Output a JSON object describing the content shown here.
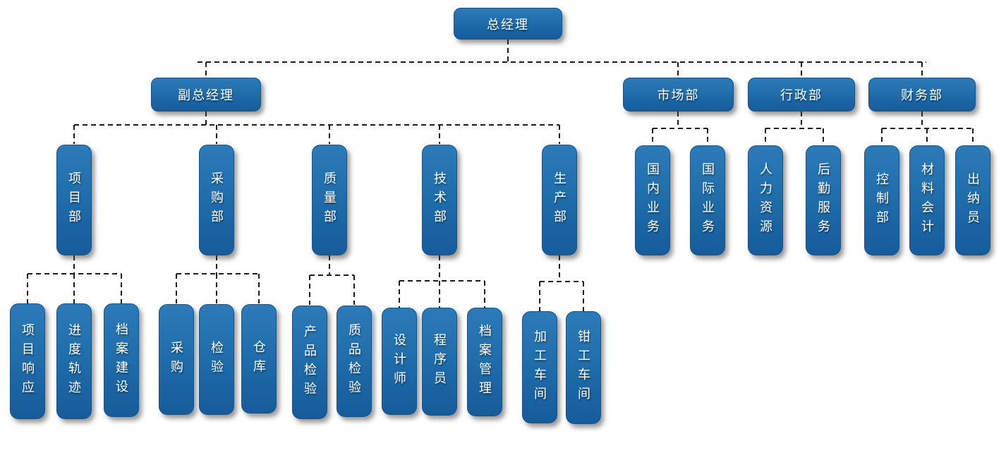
{
  "diagram": {
    "type": "org-chart",
    "colors": {
      "node_fill_top": "#2c7ab8",
      "node_fill_bottom": "#175c9a",
      "node_border": "#17538b",
      "node_text": "#ffffff",
      "connector": "#1c1c1c",
      "background": "#ffffff"
    },
    "nodes": {
      "gm": {
        "label": "总经理"
      },
      "dgm": {
        "label": "副总经理"
      },
      "marketing": {
        "label": "市场部"
      },
      "admin": {
        "label": "行政部"
      },
      "finance": {
        "label": "财务部"
      },
      "project": {
        "label": "项目部"
      },
      "purchasingDept": {
        "label": "采购部"
      },
      "quality": {
        "label": "质量部"
      },
      "tech": {
        "label": "技术部"
      },
      "production": {
        "label": "生产部"
      },
      "domestic": {
        "label": "国内业务"
      },
      "intl": {
        "label": "国际业务"
      },
      "hr": {
        "label": "人力资源"
      },
      "logistics": {
        "label": "后勤服务"
      },
      "control": {
        "label": "控制部"
      },
      "material": {
        "label": "材料会计"
      },
      "cashier": {
        "label": "出纳员"
      },
      "response": {
        "label": "项目响应"
      },
      "track": {
        "label": "进度轨迹"
      },
      "archiveBuild": {
        "label": "档案建设"
      },
      "buy": {
        "label": "采购"
      },
      "inspect": {
        "label": "检验"
      },
      "warehouse": {
        "label": "仓库"
      },
      "productInsp": {
        "label": "产品检验"
      },
      "qualityInsp": {
        "label": "质品检验"
      },
      "designer": {
        "label": "设计师"
      },
      "programmer": {
        "label": "程序员"
      },
      "archiveMgmt": {
        "label": "档案管理"
      },
      "machining": {
        "label": "加工车间"
      },
      "fitter": {
        "label": "钳工车间"
      }
    },
    "edges": [
      {
        "parent": "总经理",
        "children": [
          "副总经理",
          "市场部",
          "行政部",
          "财务部"
        ]
      },
      {
        "parent": "副总经理",
        "children": [
          "项目部",
          "采购部",
          "质量部",
          "技术部",
          "生产部"
        ]
      },
      {
        "parent": "项目部",
        "children": [
          "项目响应",
          "进度轨迹",
          "档案建设"
        ]
      },
      {
        "parent": "采购部",
        "children": [
          "采购",
          "检验",
          "仓库"
        ]
      },
      {
        "parent": "质量部",
        "children": [
          "产品检验",
          "质品检验"
        ]
      },
      {
        "parent": "技术部",
        "children": [
          "设计师",
          "程序员",
          "档案管理"
        ]
      },
      {
        "parent": "生产部",
        "children": [
          "加工车间",
          "钳工车间"
        ]
      },
      {
        "parent": "市场部",
        "children": [
          "国内业务",
          "国际业务"
        ]
      },
      {
        "parent": "行政部",
        "children": [
          "人力资源",
          "后勤服务"
        ]
      },
      {
        "parent": "财务部",
        "children": [
          "控制部",
          "材料会计",
          "出纳员"
        ]
      }
    ]
  }
}
